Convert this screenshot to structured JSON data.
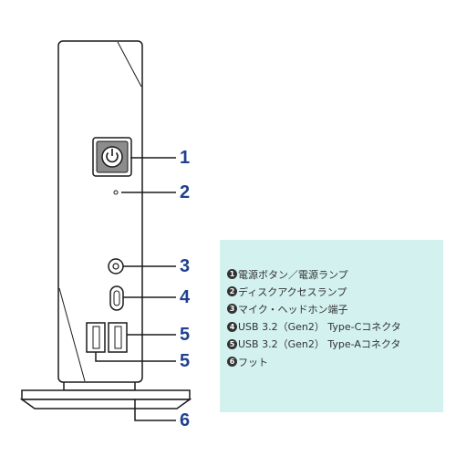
{
  "callouts": [
    {
      "n": "1"
    },
    {
      "n": "2"
    },
    {
      "n": "3"
    },
    {
      "n": "4"
    },
    {
      "n": "5"
    },
    {
      "n": "5"
    },
    {
      "n": "6"
    }
  ],
  "legend": [
    {
      "badge": "1",
      "text": "電源ボタン／電源ランプ"
    },
    {
      "badge": "2",
      "text": "ディスクアクセスランプ"
    },
    {
      "badge": "3",
      "text": "マイク・ヘッドホン端子"
    },
    {
      "badge": "4",
      "text": "USB 3.2（Gen2） Type-Cコネクタ"
    },
    {
      "badge": "5",
      "text": "USB 3.2（Gen2） Type-Aコネクタ"
    },
    {
      "badge": "6",
      "text": "フット"
    }
  ],
  "colors": {
    "callout_number": "#1f3f8f",
    "legend_background": "#d2f1ef",
    "outline": "#1a1a1a"
  }
}
